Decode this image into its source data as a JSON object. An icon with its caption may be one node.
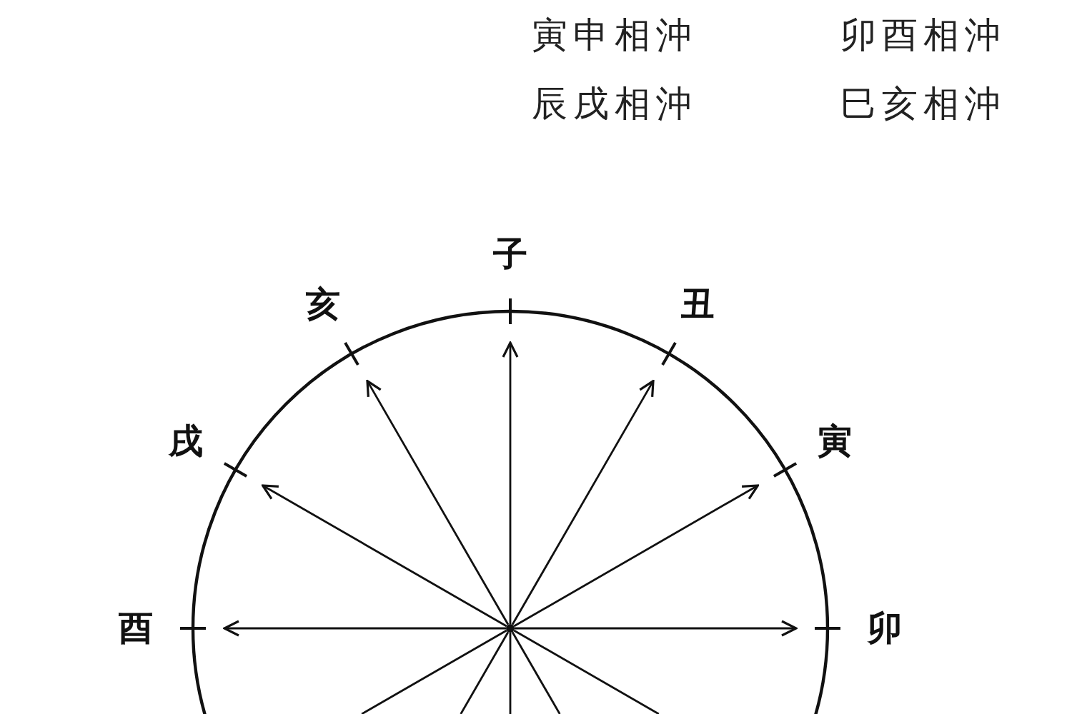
{
  "diagram": {
    "nodes": [
      {
        "text": [],
        "shape": "circle"
      },
      {
        "text": [
          "子"
        ]
      },
      {
        "text": [
          "丑"
        ]
      },
      {
        "text": [
          "寅"
        ]
      },
      {
        "text": [
          "卯"
        ]
      },
      {
        "text": [
          "酉"
        ]
      },
      {
        "text": [
          "戌"
        ]
      },
      {
        "text": [
          "亥"
        ]
      }
    ],
    "edges": [
      {
        "from": 0,
        "to": 1,
        "arrow": "to"
      },
      {
        "from": 0,
        "to": 2,
        "arrow": "to"
      },
      {
        "from": 0,
        "to": 3,
        "arrow": "to"
      },
      {
        "from": 0,
        "to": 4,
        "arrow": "to"
      },
      {
        "from": 0,
        "to": 5,
        "arrow": "to"
      },
      {
        "from": 0,
        "to": 6,
        "arrow": "to"
      },
      {
        "from": 0,
        "to": 7,
        "arrow": "to"
      },
      {
        "from": 0,
        "to": null,
        "arrow": "none"
      },
      {
        "from": 0,
        "to": null,
        "arrow": "none"
      },
      {
        "from": 0,
        "to": null,
        "arrow": "none"
      },
      {
        "from": 0,
        "to": null,
        "arrow": "none"
      },
      {
        "from": 0,
        "to": null,
        "arrow": "none"
      }
    ],
    "labels": [
      "寅申相沖",
      "卯酉相沖",
      "辰戌相沖",
      "巳亥相沖"
    ]
  }
}
